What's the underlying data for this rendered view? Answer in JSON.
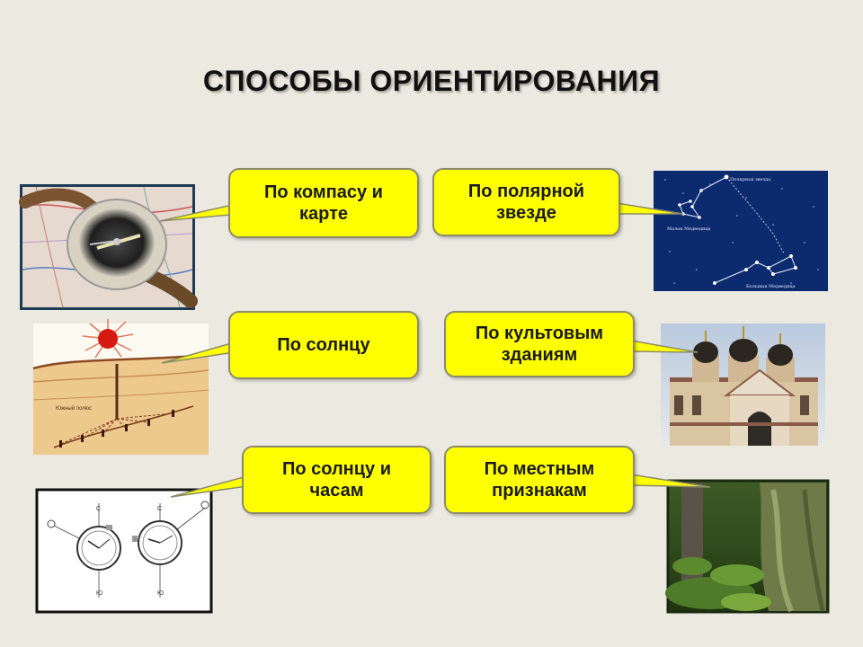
{
  "slide": {
    "title": "СПОСОБЫ ОРИЕНТИРОВАНИЯ"
  },
  "methods": {
    "compass_map": "По  компасу  и\nкарте",
    "polar_star": "По полярной\nзвезде",
    "sun": "По  солнцу",
    "church": "По культовым\nзданиям",
    "sun_watch": "По  солнцу и\nчасам",
    "local_signs": "По местным\nпризнакам"
  },
  "illustrations": {
    "constellation_labels": {
      "polar_star": "Полярная звезда",
      "small_bear": "Малая Медведица",
      "big_bear": "Большая Медведица"
    },
    "sun_diagram_label": "Южный полюс",
    "watch_labels": {
      "north": "С",
      "south": "Ю"
    }
  },
  "colors": {
    "background": "#ece9e1",
    "bubble_fill": "#ffff00",
    "bubble_border": "#8b8b6a",
    "sky": "#0c2a6e"
  }
}
